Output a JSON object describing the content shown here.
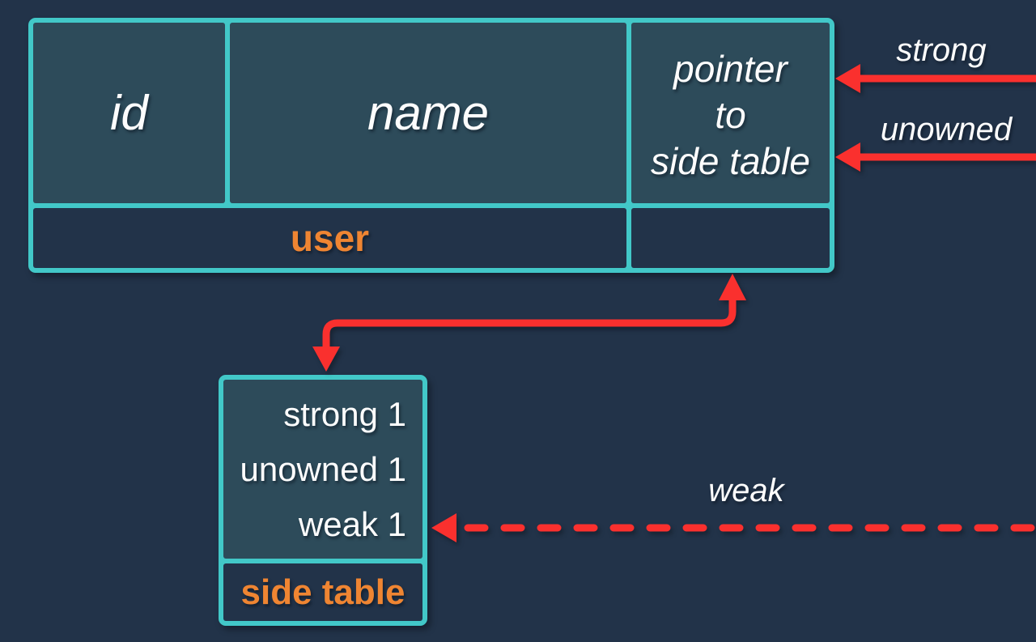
{
  "colors": {
    "background": "#223349",
    "cell_fill": "#2d4b5a",
    "border_teal": "#42c8c8",
    "arrow_red": "#fa302e",
    "label_orange": "#ef8532",
    "text_white": "#fdfdfd"
  },
  "user_table": {
    "columns": [
      {
        "label": "id"
      },
      {
        "label": "name"
      },
      {
        "label": "pointer to side table",
        "lines": [
          "pointer",
          "to",
          "side table"
        ]
      }
    ],
    "caption": "user"
  },
  "side_table": {
    "rows": [
      "strong 1",
      "unowned 1",
      "weak 1"
    ],
    "caption": "side table"
  },
  "references": {
    "strong": {
      "label": "strong",
      "style": "solid"
    },
    "unowned": {
      "label": "unowned",
      "style": "solid"
    },
    "weak": {
      "label": "weak",
      "style": "dashed"
    },
    "pointer_to_side_table": {
      "label": "",
      "style": "solid"
    }
  }
}
